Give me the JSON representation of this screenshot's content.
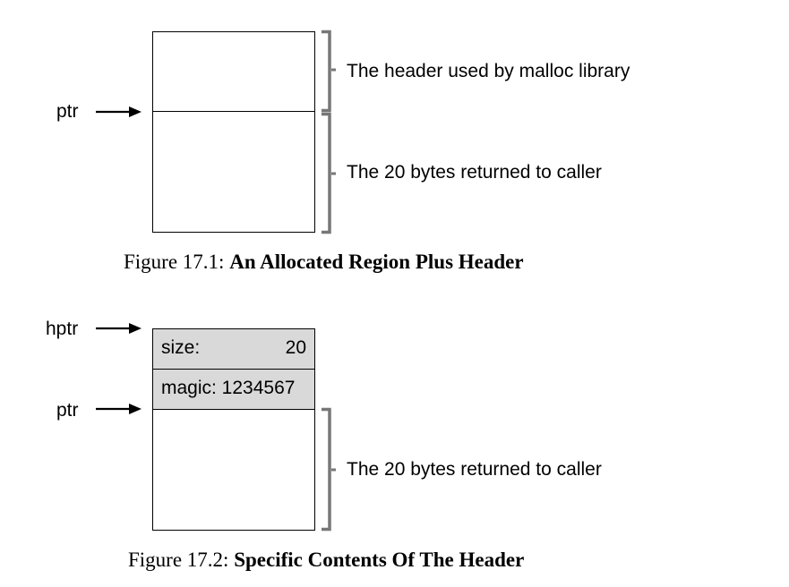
{
  "figure1": {
    "pointer_label": "ptr",
    "header_desc": "The header used by malloc library",
    "body_desc": "The 20 bytes returned to caller",
    "caption_prefix": "Figure 17.1:",
    "caption_title": "An Allocated Region Plus Header"
  },
  "figure2": {
    "hptr_label": "hptr",
    "ptr_label": "ptr",
    "size_key": "size:",
    "size_value": "20",
    "magic_text": "magic: 1234567",
    "body_desc": "The 20 bytes returned to caller",
    "caption_prefix": "Figure 17.2:",
    "caption_title": "Specific Contents Of The Header"
  }
}
